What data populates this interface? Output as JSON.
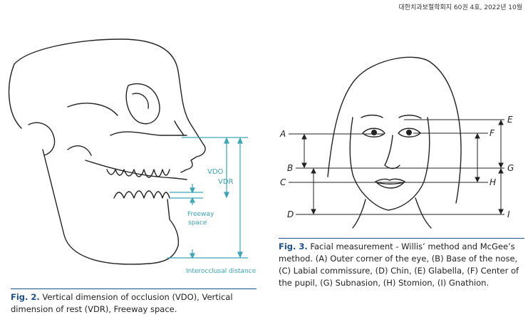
{
  "journal_header": "대한치과보철학회지 60권 4호, 2022년 10월",
  "fig2": {
    "labels": {
      "vdo": "VDO",
      "vdr": "VDR",
      "freeway_line1": "Freeway",
      "freeway_line2": "space",
      "interocclusal": "Interocclusal distance"
    },
    "caption_label": "Fig. 2.",
    "caption_text": " Vertical dimension of occlusion (VDO), Vertical dimension of rest (VDR), Freeway space."
  },
  "fig3": {
    "points": {
      "a": "A",
      "b": "B",
      "c": "C",
      "d": "D",
      "e": "E",
      "f": "F",
      "g": "G",
      "h": "H",
      "i": "I"
    },
    "caption_label": "Fig. 3.",
    "caption_text": " Facial measurement - Willis’ method and McGee’s method. (A) Outer corner of the eye, (B) Base of the nose, (C) Labial commissure, (D) Chin, (E) Glabella, (F) Center of the pupil, (G) Subnasion, (H) Stomion, (I) Gnathion."
  },
  "colors": {
    "accent": "#1b4f86",
    "measure_line": "#3aa6b8",
    "ink": "#222222"
  }
}
